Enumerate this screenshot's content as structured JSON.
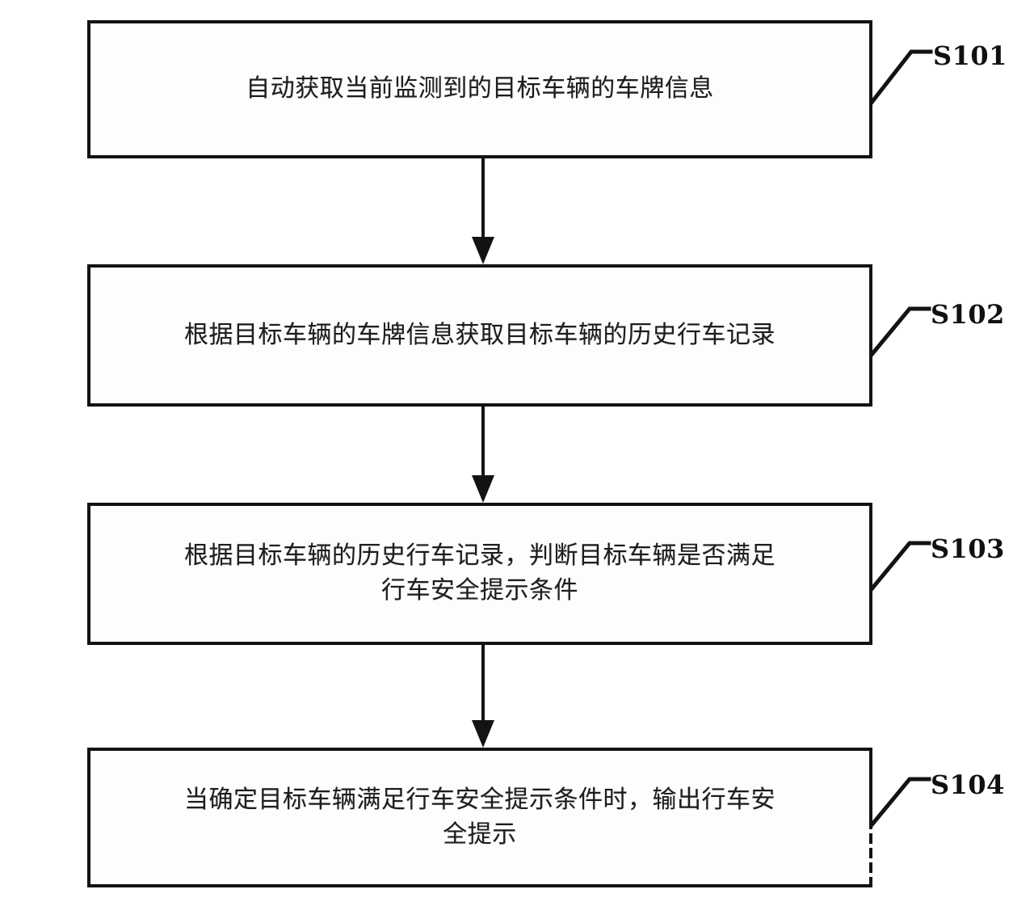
{
  "figure": {
    "type": "flowchart",
    "orientation": "vertical",
    "background_color": "#ffffff",
    "line_color": "#131313",
    "text_color": "#1d1d1d"
  },
  "nodes": [
    {
      "id": "S101",
      "label": "S101",
      "text": "自动获取当前监测到的目标车辆的车牌信息"
    },
    {
      "id": "S102",
      "label": "S102",
      "text": "根据目标车辆的车牌信息获取目标车辆的历史行车记录"
    },
    {
      "id": "S103",
      "label": "S103",
      "text": "根据目标车辆的历史行车记录，判断目标车辆是否满足\n行车安全提示条件"
    },
    {
      "id": "S104",
      "label": "S104",
      "text": "当确定目标车辆满足行车安全提示条件时，输出行车安\n全提示"
    }
  ],
  "connectors": [
    {
      "id": "c1",
      "from": "S101",
      "to": "S102",
      "arrow": "down-arrow"
    },
    {
      "id": "c2",
      "from": "S102",
      "to": "S103",
      "arrow": "down-arrow"
    },
    {
      "id": "c3",
      "from": "S103",
      "to": "S104",
      "arrow": "down-arrow"
    }
  ]
}
